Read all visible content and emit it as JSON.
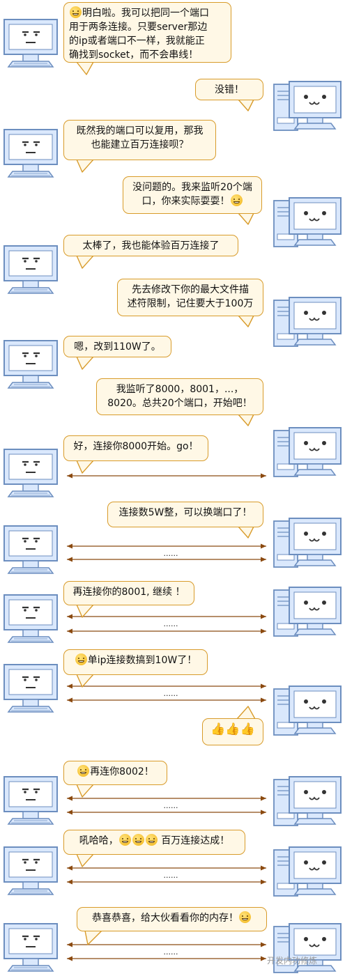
{
  "messages": {
    "m1": "明白啦。我可以把同一个端口\n用于两条连接。只要server那边\n的ip或者端口不一样，我就能正\n确找到socket，而不会串线！",
    "m2": "没错！",
    "m3": "既然我的端口可以复用，那我\n也能建立百万连接呗？",
    "m4": "没问题的。我来监听20个端\n口，你来实际耍耍！",
    "m5": "太棒了，我也能体验百万连接了",
    "m6": "先去修改下你的最大文件描\n述符限制，记住要大于100万",
    "m7": "嗯，改到110W了。",
    "m8": "我监听了8000，8001，...，\n8020。总共20个端口，开始吧！",
    "m9": "好，连接你8000开始。go！",
    "m10": "连接数5W整，可以换端口了！",
    "m11": "再连接你的8001, 继续 ！",
    "m12": "单ip连接数搞到10W了！",
    "m13": "",
    "m14": "再连你8002！",
    "m15a": "吼哈哈，",
    "m15b": " 百万连接达成！",
    "m16": "恭喜恭喜，给大伙看看你的内存！"
  },
  "dots": "......",
  "watermark": "开发内功修炼",
  "colors": {
    "bubble_fill": "#fff8e6",
    "bubble_border": "#d89b2a",
    "arrow": "#8b4a10",
    "monitor_fill": "#dae8fc",
    "monitor_stroke": "#6c8ebf"
  }
}
